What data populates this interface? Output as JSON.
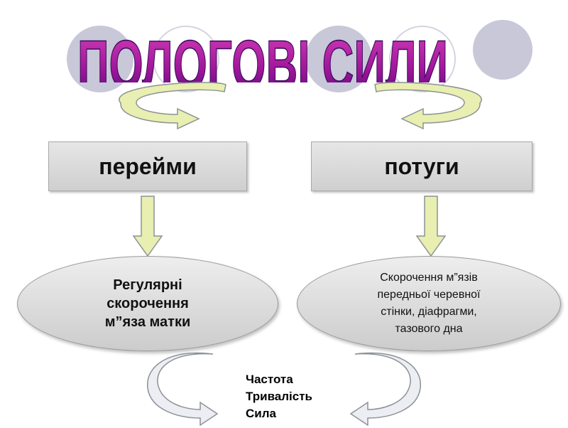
{
  "title": "ПОЛОГОВІ СИЛИ",
  "boxes": {
    "left": "перейми",
    "right": "потуги"
  },
  "ovals": {
    "left": [
      "Регулярні",
      "скорочення",
      "м”яза матки"
    ],
    "right": [
      "Скорочення м”язів",
      "передньої черевної",
      "стінки, діафрагми,",
      "тазового дна"
    ]
  },
  "factors": [
    "Частота",
    "Тривалість",
    "Сила"
  ],
  "colors": {
    "title_top": "#b0209a",
    "title_bottom": "#5a0a7a",
    "decor_circle": "#c8c8d8",
    "box_fill": "#d9d9d9",
    "arrow_fill": "#e8efb0",
    "arrow_stroke": "#8c9296"
  }
}
